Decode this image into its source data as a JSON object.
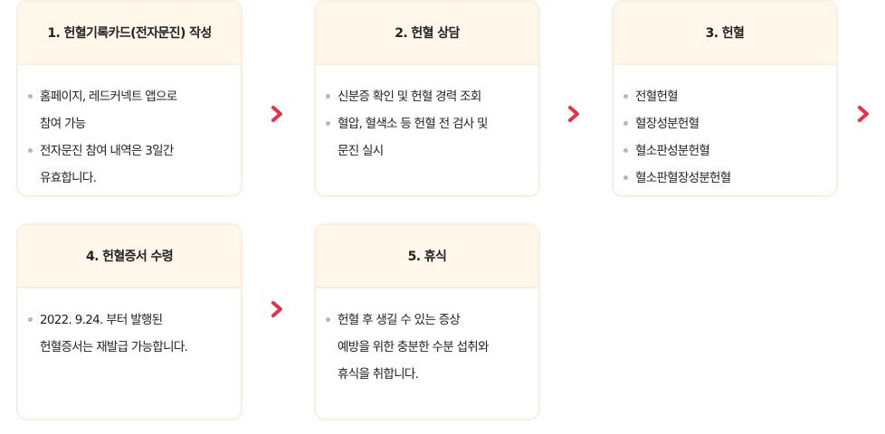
{
  "steps": [
    {
      "title": "1. 헌혈기록카드(전자문진) 작성",
      "items": [
        "홈페이지, 레드커넥트 앱으로\n참여 가능",
        "전자문진 참여 내역은 3일간\n유효합니다."
      ]
    },
    {
      "title": "2. 헌혈 상담",
      "items": [
        "신분증 확인 및 헌혈 경력 조회",
        "혈압, 혈색소 등 헌혈 전 검사 및\n문진 실시"
      ]
    },
    {
      "title": "3. 헌혈",
      "items": [
        "전혈헌혈",
        "혈장성분헌혈",
        "혈소판성분헌혈",
        "혈소판혈장성분헌혈"
      ]
    },
    {
      "title": "4. 헌혈증서 수령",
      "items": [
        "2022. 9.24. 부터 발행된\n헌혈증서는 재발급 가능합니다."
      ]
    },
    {
      "title": "5. 휴식",
      "items": [
        "헌혈 후 생길 수 있는 증상\n예방을 위한 충분한 수분 섭취와\n휴식을 취합니다."
      ]
    }
  ],
  "colors": {
    "arrow": "#e8304a",
    "header_bg": "#fff8ea",
    "border": "#fbeee0",
    "bullet": "#b7b7b7"
  },
  "icons": {
    "arrow": "chevron-right-icon",
    "bullet": "bullet-dot-icon"
  }
}
